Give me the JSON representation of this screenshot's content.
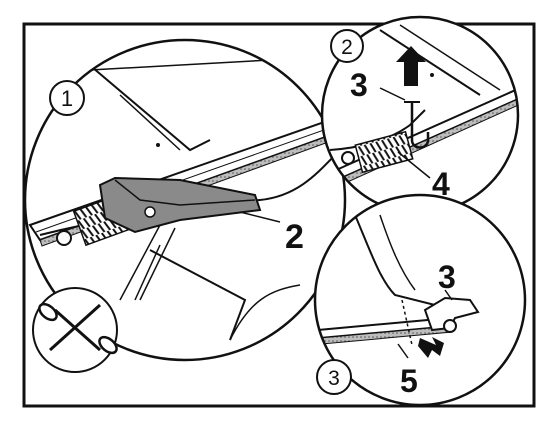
{
  "diagram": {
    "steps": [
      {
        "number": "1"
      },
      {
        "number": "2"
      },
      {
        "number": "3"
      }
    ],
    "callouts": {
      "step1_part": "2",
      "step2_top": "3",
      "step2_bottom": "4",
      "step3_top": "3",
      "step3_bottom": "5"
    },
    "icons": {
      "cut": "scissors-icon",
      "direction_up": "arrow-up-icon",
      "direction_right": "arrow-right-icon"
    },
    "colors": {
      "line": "#111111",
      "shade": "#8a8a8a",
      "background": "#ffffff"
    }
  }
}
